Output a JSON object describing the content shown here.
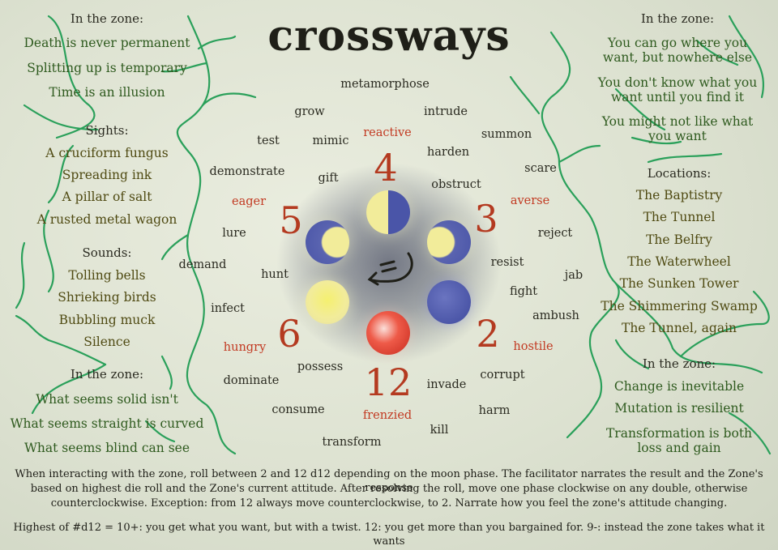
{
  "title": "crossways",
  "left": {
    "zone1": {
      "heading": "In the zone:",
      "items": [
        "Death is never permanent",
        "Splitting up is temporary",
        "Time is an illusion"
      ]
    },
    "sights": {
      "heading": "Sights:",
      "items": [
        "A cruciform fungus",
        "Spreading ink",
        "A pillar of salt",
        "A rusted metal wagon"
      ]
    },
    "sounds": {
      "heading": "Sounds:",
      "items": [
        "Tolling bells",
        "Shrieking birds",
        "Bubbling muck",
        "Silence"
      ]
    },
    "zone2": {
      "heading": "In the zone:",
      "items": [
        "What seems solid isn't",
        "What seems straight is curved",
        "What seems blind can see"
      ]
    }
  },
  "right": {
    "zone1": {
      "heading": "In the zone:",
      "items": [
        "You can go where you want, but nowhere else",
        "You don't know what you want until you find it",
        "You might not like what you want"
      ]
    },
    "locations": {
      "heading": "Locations:",
      "items": [
        "The Baptistry",
        "The Tunnel",
        "The Belfry",
        "The Waterwheel",
        "The Sunken Tower",
        "The Shimmering Swamp",
        "The Tunnel, again"
      ]
    },
    "zone2": {
      "heading": "In the zone:",
      "items": [
        "Change is inevitable",
        "Mutation is resilient",
        "Transformation is both loss and gain"
      ]
    }
  },
  "verbs": {
    "metamorphose": "metamorphose",
    "grow": "grow",
    "intrude": "intrude",
    "test": "test",
    "mimic": "mimic",
    "harden": "harden",
    "summon": "summon",
    "demonstrate": "demonstrate",
    "gift": "gift",
    "obstruct": "obstruct",
    "scare": "scare",
    "lure": "lure",
    "reject": "reject",
    "demand": "demand",
    "hunt": "hunt",
    "resist": "resist",
    "jab": "jab",
    "fight": "fight",
    "infect": "infect",
    "ambush": "ambush",
    "possess": "possess",
    "corrupt": "corrupt",
    "dominate": "dominate",
    "invade": "invade",
    "consume": "consume",
    "harm": "harm",
    "kill": "kill",
    "transform": "transform"
  },
  "attitudes": {
    "reactive": "reactive",
    "averse": "averse",
    "eager": "eager",
    "hostile": "hostile",
    "hungry": "hungry",
    "frenzied": "frenzied"
  },
  "numbers": {
    "n4": "4",
    "n3": "3",
    "n5": "5",
    "n2": "2",
    "n6": "6",
    "n12": "12"
  },
  "rules": {
    "line1": "When interacting with the zone, roll between 2 and 12 d12 depending on the moon phase. The facilitator narrates the result and the Zone's response",
    "line2": "based on highest die roll and the Zone's current attitude. After resolving the roll, move one phase clockwise on any double, otherwise",
    "line3": "counterclockwise. Exception: from 12 always move counterclockwise, to 2. Narrate how you feel the zone's attitude changing.",
    "line4": "Highest of #d12 = 10+: you get what you want, but with a twist. 12: you get more than you bargained for. 9-: instead the zone takes what it wants"
  },
  "colors": {
    "vine": "#2aa05a",
    "number": "#b43a20",
    "attitude": "#c23a22",
    "moon_yellow": "#f2ec9a",
    "moon_blue": "#4a55a8",
    "moon_red": "#d8382a"
  }
}
